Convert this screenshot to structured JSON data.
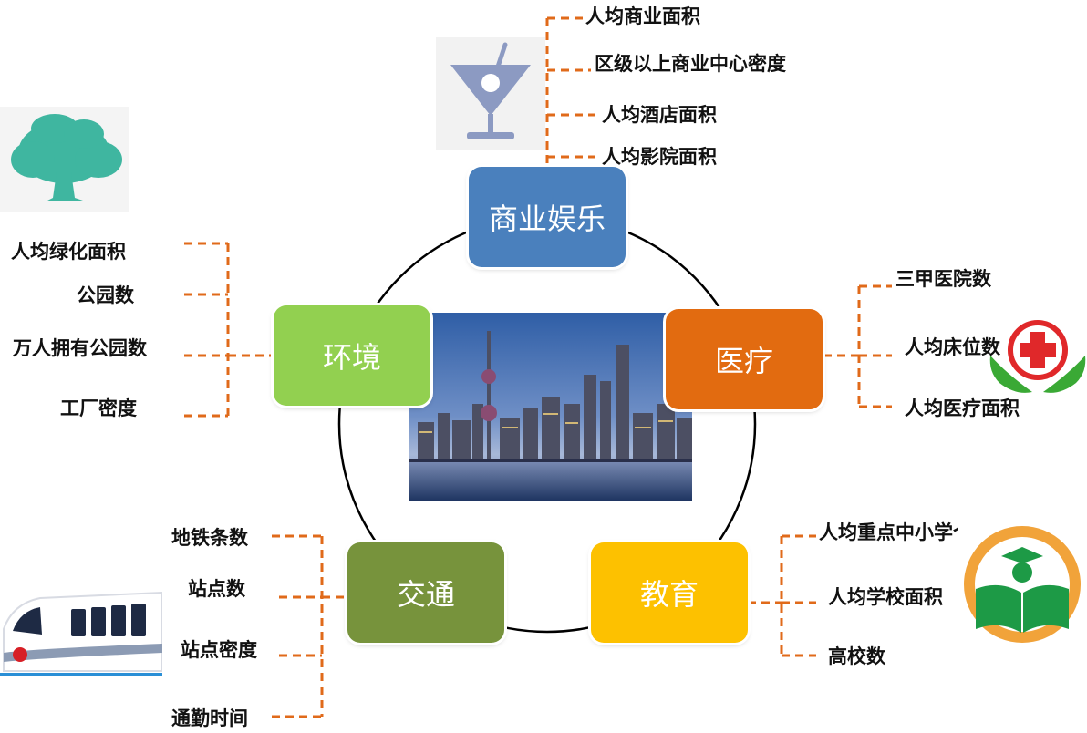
{
  "colors": {
    "connector": "#e06a1a",
    "commerce": "#4a80bd",
    "medical": "#e26b10",
    "education": "#fdc100",
    "transport": "#77933c",
    "environment": "#92d050",
    "ring": "#000000"
  },
  "categories": {
    "commerce": {
      "title": "商业娱乐",
      "icon": "cocktail-glass-icon",
      "items": [
        "人均商业面积",
        "区级以上商业中心密度",
        "人均酒店面积",
        "人均影院面积"
      ]
    },
    "medical": {
      "title": "医疗",
      "icon": "hospital-cross-icon",
      "items": [
        "三甲医院数",
        "人均床位数",
        "人均医疗面积"
      ]
    },
    "education": {
      "title": "教育",
      "icon": "education-book-icon",
      "items": [
        "人均重点中小学个数",
        "人均学校面积",
        "高校数"
      ]
    },
    "transport": {
      "title": "交通",
      "icon": "metro-train-icon",
      "items": [
        "地铁条数",
        "站点数",
        "站点密度",
        "通勤时间"
      ]
    },
    "environment": {
      "title": "环境",
      "icon": "tree-icon",
      "items": [
        "人均绿化面积",
        "公园数",
        "万人拥有公园数",
        "工厂密度"
      ]
    }
  },
  "center_image": "city-skyline-photo"
}
